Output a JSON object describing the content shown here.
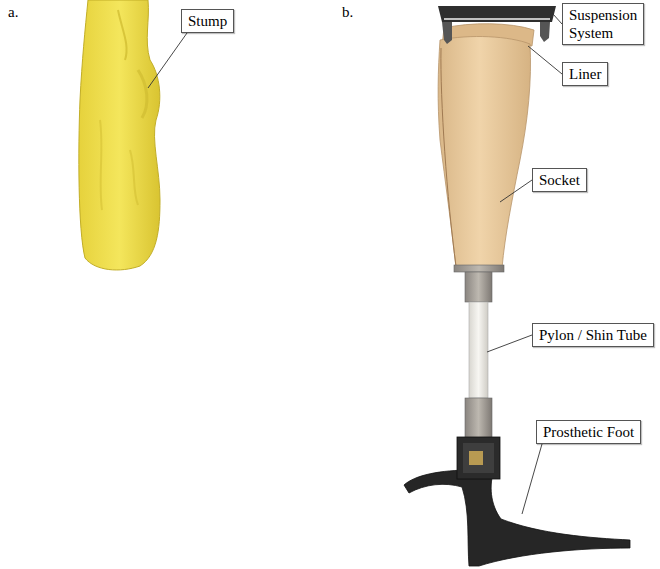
{
  "diagram": {
    "nodes": [
      {
        "text": [
          "Stump"
        ]
      },
      {
        "text": [
          "Suspension System"
        ]
      },
      {
        "text": [
          "Liner"
        ]
      },
      {
        "text": [
          "Socket"
        ]
      },
      {
        "text": [
          "Pylon / Shin Tube"
        ]
      },
      {
        "text": [
          "Prosthetic Foot"
        ]
      }
    ],
    "labels": [
      "a.",
      "b."
    ]
  }
}
